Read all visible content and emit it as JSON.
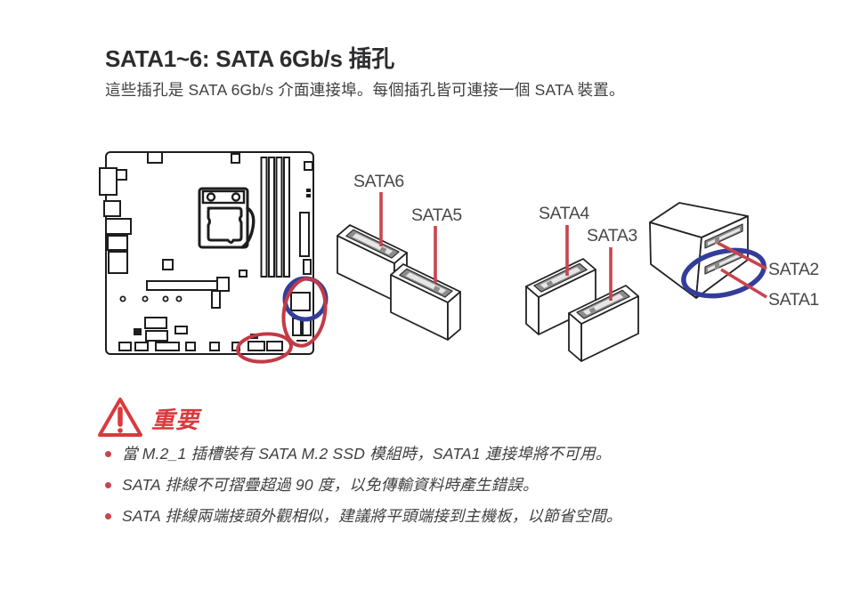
{
  "page": {
    "title": "SATA1~6: SATA 6Gb/s 插孔",
    "description": "這些插孔是 SATA 6Gb/s 介面連接埠。每個插孔皆可連接一個 SATA 裝置。"
  },
  "diagram": {
    "labels": {
      "sata6": "SATA6",
      "sata5": "SATA5",
      "sata4": "SATA4",
      "sata3": "SATA3",
      "sata2": "SATA2",
      "sata1": "SATA1"
    },
    "colors": {
      "highlight_blue": "#333d99",
      "highlight_red": "#c23a45",
      "pointer_red": "#c9444d",
      "connector_gray": "#8c8c8c",
      "outline_dark": "#1d1d1f"
    }
  },
  "important": {
    "heading": "重要",
    "heading_color": "#d93a3e",
    "icon": "warning-triangle-icon",
    "bullets": [
      "當 M.2_1 插槽裝有 SATA M.2 SSD 模組時，SATA1 連接埠將不可用。",
      "SATA 排線不可摺疊超過 90 度，以免傳輸資料時產生錯誤。",
      "SATA 排線兩端接頭外觀相似，建議將平頭端接到主機板，以節省空間。"
    ]
  }
}
